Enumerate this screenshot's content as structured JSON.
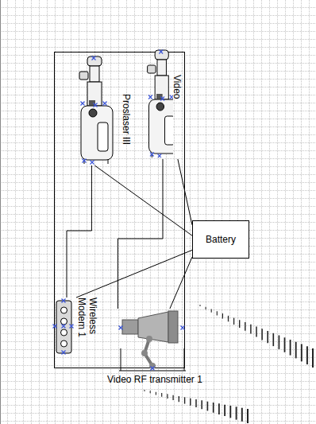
{
  "diagram": {
    "nodes": [
      {
        "text": [
          "Proslaser III"
        ]
      },
      {
        "text": [
          "Video"
        ]
      },
      {
        "text": [
          "Battery"
        ]
      },
      {
        "text": [
          "Wireless Modem 1"
        ]
      },
      {
        "text": [
          "Video RF transmitter 1"
        ]
      }
    ],
    "edges": [
      {
        "from": 0,
        "to": 2,
        "arrow": "none"
      },
      {
        "from": 1,
        "to": 2,
        "arrow": "none"
      },
      {
        "from": 0,
        "to": 3,
        "arrow": "none"
      },
      {
        "from": 1,
        "to": 4,
        "arrow": "none"
      },
      {
        "from": 2,
        "to": 3,
        "arrow": "none"
      },
      {
        "from": 2,
        "to": 4,
        "arrow": "none"
      }
    ]
  }
}
